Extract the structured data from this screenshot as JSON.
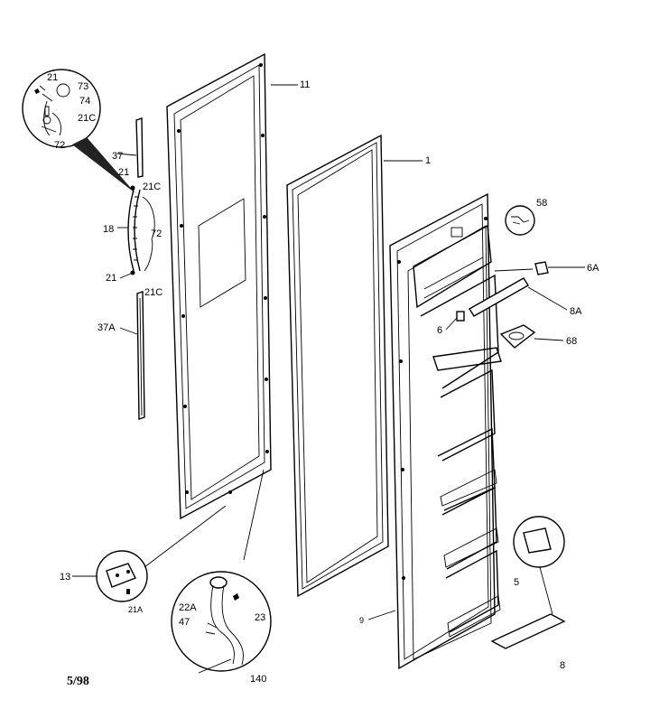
{
  "callouts": [
    {
      "id": "c11",
      "text": "11"
    },
    {
      "id": "c1",
      "text": "1"
    },
    {
      "id": "c58",
      "text": "58"
    },
    {
      "id": "c6A",
      "text": "6A"
    },
    {
      "id": "c8A",
      "text": "8A"
    },
    {
      "id": "c6",
      "text": "6"
    },
    {
      "id": "c68",
      "text": "68"
    },
    {
      "id": "c37",
      "text": "37"
    },
    {
      "id": "c21a",
      "text": "21"
    },
    {
      "id": "c21C_a",
      "text": "21C"
    },
    {
      "id": "c18",
      "text": "18"
    },
    {
      "id": "c72",
      "text": "72"
    },
    {
      "id": "c21b",
      "text": "21"
    },
    {
      "id": "c21C_b",
      "text": "21C"
    },
    {
      "id": "c37A",
      "text": "37A"
    },
    {
      "id": "c13",
      "text": "13"
    },
    {
      "id": "c21A",
      "text": "21A"
    },
    {
      "id": "c22A",
      "text": "22A"
    },
    {
      "id": "c47",
      "text": "47"
    },
    {
      "id": "c23",
      "text": "23"
    },
    {
      "id": "c140",
      "text": "140"
    },
    {
      "id": "c9",
      "text": "9"
    },
    {
      "id": "c5",
      "text": "5"
    },
    {
      "id": "c8",
      "text": "8"
    }
  ],
  "detail_callouts": [
    {
      "id": "d21",
      "text": "21"
    },
    {
      "id": "d73",
      "text": "73"
    },
    {
      "id": "d74",
      "text": "74"
    },
    {
      "id": "d21C",
      "text": "21C"
    },
    {
      "id": "d72",
      "text": "72"
    }
  ],
  "date_code": "5/98"
}
